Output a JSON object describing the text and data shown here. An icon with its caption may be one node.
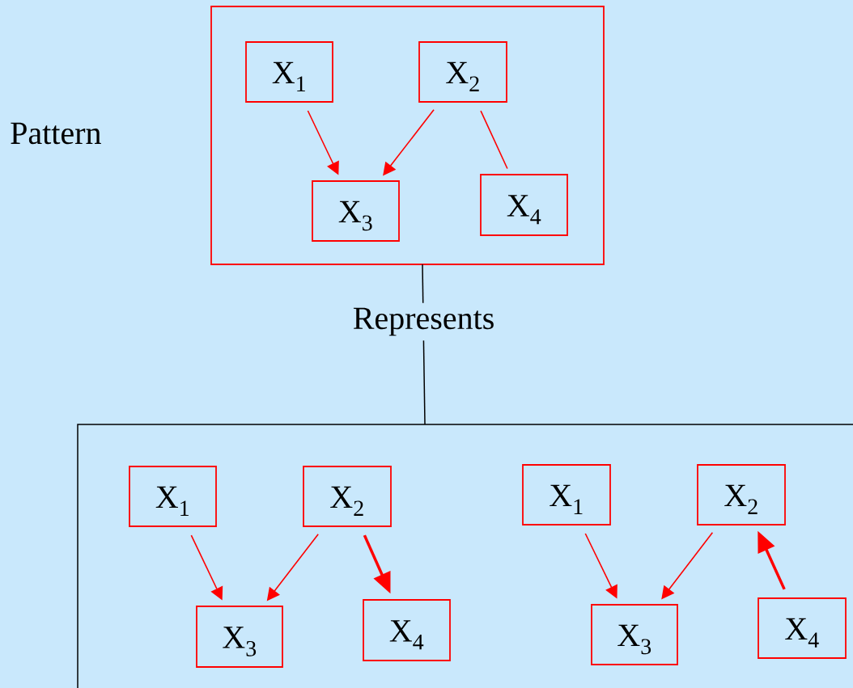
{
  "diagram": {
    "nodes": [
      {
        "text": [
          "Pattern"
        ]
      },
      {
        "text": [
          "X$_{1}$"
        ],
        "in": 0
      },
      {
        "text": [
          "X$_{2}$"
        ],
        "in": 0
      },
      {
        "text": [
          "X$_{3}$"
        ],
        "in": 0
      },
      {
        "text": [
          "X$_{4}$"
        ],
        "in": 0
      },
      {
        "text": [],
        "shape": "box"
      },
      {
        "text": [
          "X$_{1}$"
        ],
        "in": 5
      },
      {
        "text": [
          "X$_{2}$"
        ],
        "in": 5
      },
      {
        "text": [
          "X$_{3}$"
        ],
        "in": 5
      },
      {
        "text": [
          "X$_{4}$"
        ],
        "in": 5
      },
      {
        "text": [
          "X$_{1}$"
        ],
        "in": 5
      },
      {
        "text": [
          "X$_{2}$"
        ],
        "in": 5
      },
      {
        "text": [
          "X$_{3}$"
        ],
        "in": 5
      },
      {
        "text": [
          "X$_{4}$"
        ],
        "in": 5
      }
    ],
    "edges": [
      {
        "from": 1,
        "to": 3,
        "arrow": "to"
      },
      {
        "from": 2,
        "to": 3,
        "arrow": "to"
      },
      {
        "from": 2,
        "to": 4,
        "arrow": "none"
      },
      {
        "from": 0,
        "to": 5,
        "arrow": "none",
        "label": "Represents",
        "color": "#000000"
      },
      {
        "from": 6,
        "to": 8,
        "arrow": "to"
      },
      {
        "from": 7,
        "to": 8,
        "arrow": "to"
      },
      {
        "from": 7,
        "to": 9,
        "arrow": "to",
        "style": "thick"
      },
      {
        "from": 10,
        "to": 12,
        "arrow": "to"
      },
      {
        "from": 11,
        "to": 12,
        "arrow": "to"
      },
      {
        "from": 13,
        "to": 11,
        "arrow": "to",
        "style": "thick"
      }
    ]
  }
}
